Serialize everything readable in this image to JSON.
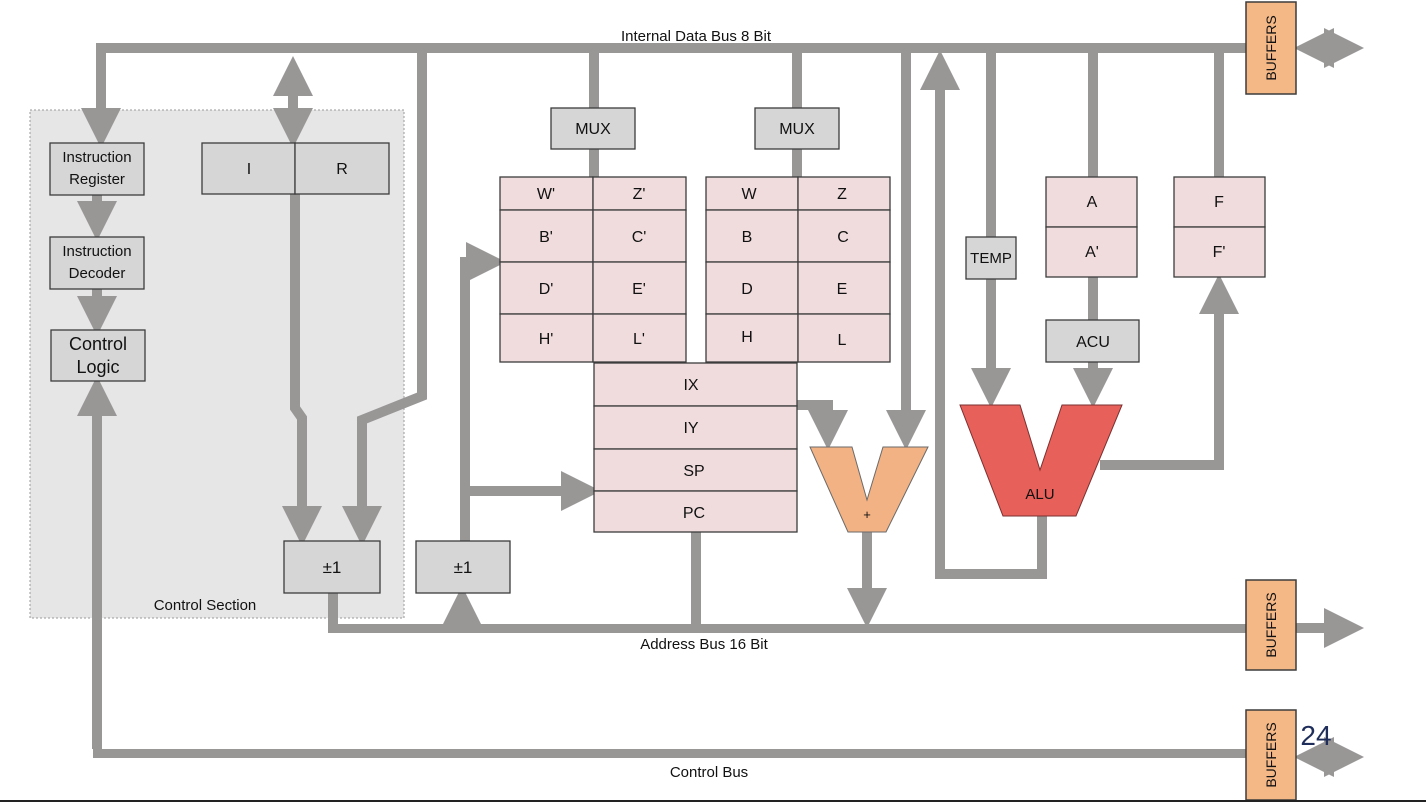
{
  "labels": {
    "data_bus": "Internal Data Bus 8 Bit",
    "address_bus": "Address Bus 16 Bit",
    "control_bus": "Control Bus",
    "control_section": "Control Section",
    "buffers": "BUFFERS",
    "mux": "MUX",
    "instruction_register": [
      "Instruction",
      "Register"
    ],
    "instruction_decoder": [
      "Instruction",
      "Decoder"
    ],
    "control_logic": [
      "Control",
      "Logic"
    ],
    "i_reg": "I",
    "r_reg": "R",
    "inc_dec": "±1",
    "temp": "TEMP",
    "acu": "ACU",
    "alu": "ALU",
    "adder": "+",
    "page_number": "24"
  },
  "registers": {
    "alt_bank": [
      [
        "W'",
        "Z'"
      ],
      [
        "B'",
        "C'"
      ],
      [
        "D'",
        "E'"
      ],
      [
        "H'",
        "L'"
      ]
    ],
    "main_bank": [
      [
        "W",
        "Z"
      ],
      [
        "B",
        "C"
      ],
      [
        "D",
        "E"
      ],
      [
        "H",
        "L"
      ]
    ],
    "index_regs": [
      "IX",
      "IY",
      "SP",
      "PC"
    ],
    "accumulator": [
      "A",
      "A'"
    ],
    "flags": [
      "F",
      "F'"
    ]
  },
  "colors": {
    "bus": "#999696",
    "register_fill": "#f0dcdd",
    "box_fill": "#d6d6d6",
    "buffer_fill": "#f4b887",
    "alu_fill": "#e8605a",
    "adder_fill": "#f3b283",
    "control_section_fill": "#e6e6e6",
    "page_number_color": "#1e2d5a"
  }
}
